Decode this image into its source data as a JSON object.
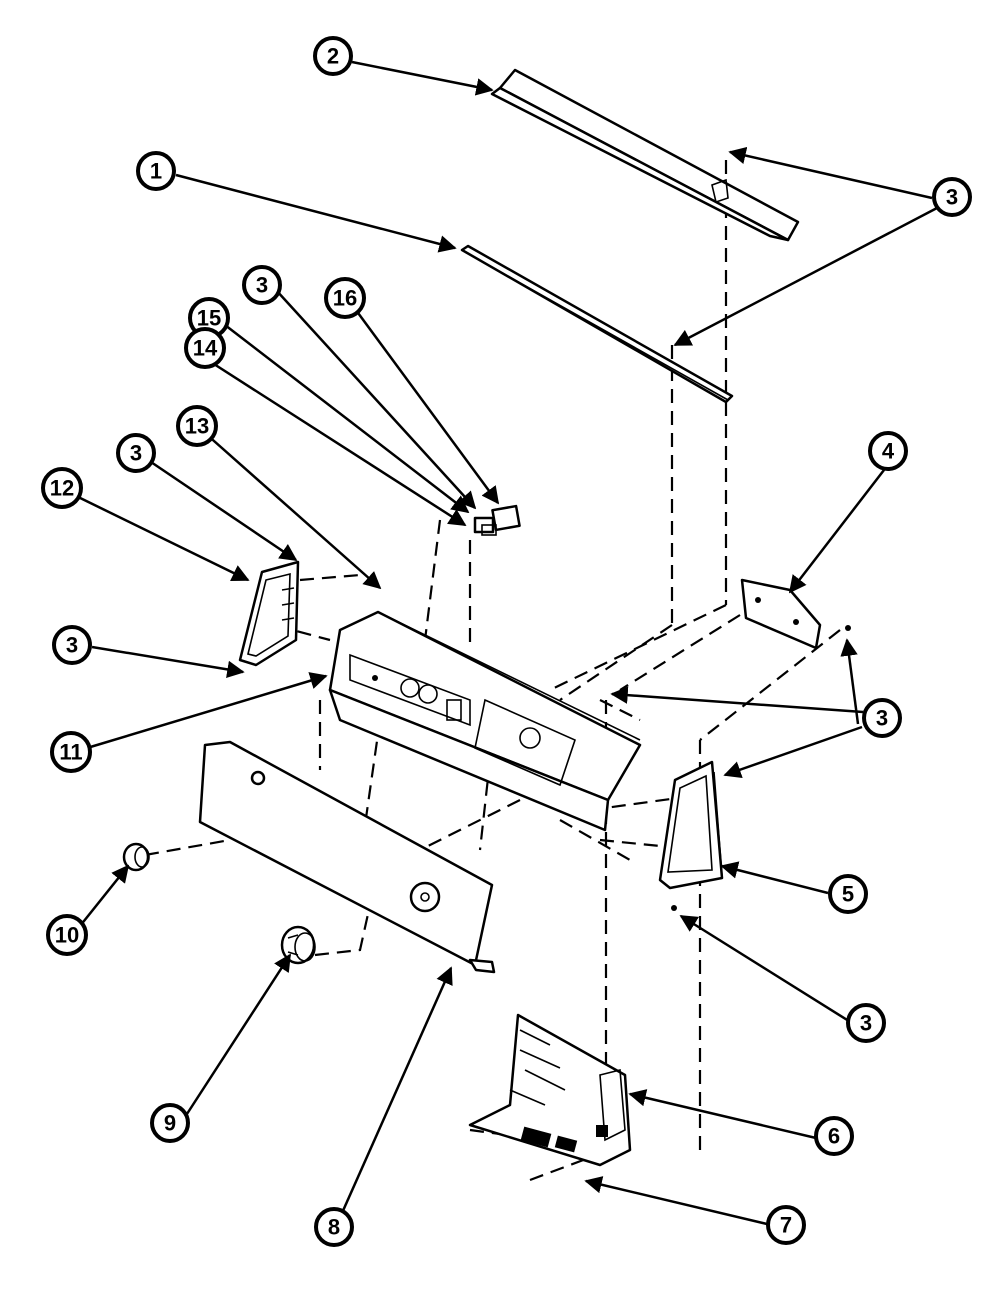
{
  "callouts": [
    {
      "id": "c2",
      "label": "2"
    },
    {
      "id": "c1",
      "label": "1"
    },
    {
      "id": "c3a",
      "label": "3"
    },
    {
      "id": "c3b",
      "label": "3"
    },
    {
      "id": "c16",
      "label": "16"
    },
    {
      "id": "c15",
      "label": "15"
    },
    {
      "id": "c14",
      "label": "14"
    },
    {
      "id": "c13",
      "label": "13"
    },
    {
      "id": "c3c",
      "label": "3"
    },
    {
      "id": "c12",
      "label": "12"
    },
    {
      "id": "c4",
      "label": "4"
    },
    {
      "id": "c3d",
      "label": "3"
    },
    {
      "id": "c11",
      "label": "11"
    },
    {
      "id": "c3e",
      "label": "3"
    },
    {
      "id": "c5",
      "label": "5"
    },
    {
      "id": "c10",
      "label": "10"
    },
    {
      "id": "c3f",
      "label": "3"
    },
    {
      "id": "c6",
      "label": "6"
    },
    {
      "id": "c9",
      "label": "9"
    },
    {
      "id": "c8",
      "label": "8"
    },
    {
      "id": "c7",
      "label": "7"
    }
  ],
  "colors": {
    "ink": "#000000",
    "paper": "#ffffff"
  }
}
